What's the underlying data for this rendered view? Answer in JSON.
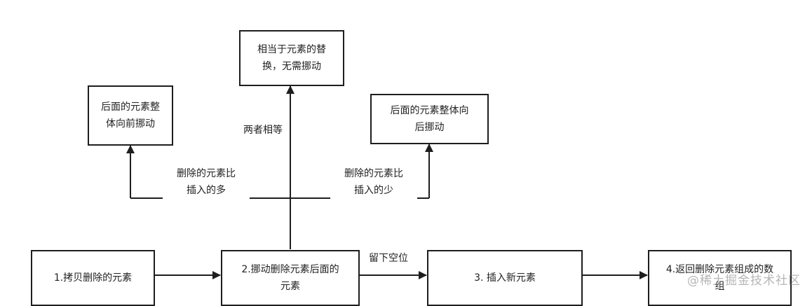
{
  "colors": {
    "line": "#1e1e1e",
    "box_border": "#1e1e1e",
    "text": "#222222",
    "background": "#ffffff"
  },
  "boxes": {
    "copy": "1.拷贝删除的元素",
    "move": "2.挪动删除元素后面的\n元素",
    "insert": "3. 插入新元素",
    "return": "4.返回删除元素组成的数\n组",
    "replace": "相当于元素的替\n换，无需挪动",
    "forward": "后面的元素整\n体向前挪动",
    "backward": "后面的元素整体向\n后挪动"
  },
  "labels": {
    "equal": "两者相等",
    "more": "删除的元素比\n插入的多",
    "less": "删除的元素比\n插入的少",
    "gap": "留下空位"
  },
  "watermark": "@稀土掘金技术社区"
}
